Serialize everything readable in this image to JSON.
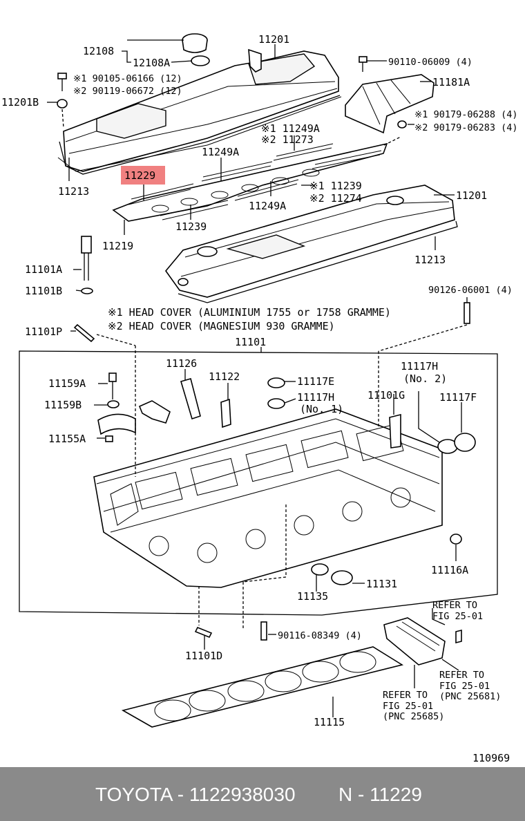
{
  "labels": {
    "l12108": "12108",
    "l12108A": "12108A",
    "l11201_top": "11201",
    "l90110": "90110-06009 (4)",
    "l90105": "※1 90105-06166 (12)",
    "l90119": "※2 90119-06672 (12)",
    "l11201B": "11201B",
    "l11181A": "11181A",
    "l90179a": "※1 90179-06288 (4)",
    "l90179b": "※2 90179-06283 (4)",
    "l11249A_1": "※1 11249A",
    "l11273": "※2 11273",
    "l11249A_2": "11249A",
    "l11229": "11229",
    "l11239_r1": "※1 11239",
    "l11274": "※2 11274",
    "l11249A_3": "11249A",
    "l11213_left": "11213",
    "l11239": "11239",
    "l11201_right": "11201",
    "l11219": "11219",
    "l11213_right": "11213",
    "l11101A": "11101A",
    "l11101B": "11101B",
    "l90126": "90126-06001 (4)",
    "note1": "※1 HEAD COVER (ALUMINIUM 1755 or 1758 GRAMME)",
    "note2": "※2 HEAD COVER (MAGNESIUM 930 GRAMME)",
    "l11101P": "11101P",
    "l11101": "11101",
    "l11126": "11126",
    "l11117H_2": "11117H",
    "l11117H_2sub": "(No. 2)",
    "l11159A": "11159A",
    "l11122": "11122",
    "l11117E": "11117E",
    "l11117H_1": "11117H",
    "l11117H_1sub": "(No. 1)",
    "l11101G": "11101G",
    "l11117F": "11117F",
    "l11159B": "11159B",
    "l11155A": "11155A",
    "l11116A": "11116A",
    "l11131": "11131",
    "l11135": "11135",
    "refer1a": "REFER TO",
    "refer1b": "FIG 25-01",
    "l90116": "90116-08349 (4)",
    "l11101D": "11101D",
    "refer2a": "REFER TO",
    "refer2b": "FIG 25-01",
    "refer2c": "(PNC 25681)",
    "refer3a": "REFER TO",
    "refer3b": "FIG 25-01",
    "refer3c": "(PNC 25685)",
    "l11115": "11115",
    "diagram_no": "110969"
  },
  "highlight": {
    "part": "11229",
    "color": "#f08080"
  },
  "footer": {
    "brand_line": "TOYOTA - 1122938030",
    "pnc_line": "N - 11229",
    "background": "#8a8a8a",
    "text_color": "#ffffff"
  }
}
